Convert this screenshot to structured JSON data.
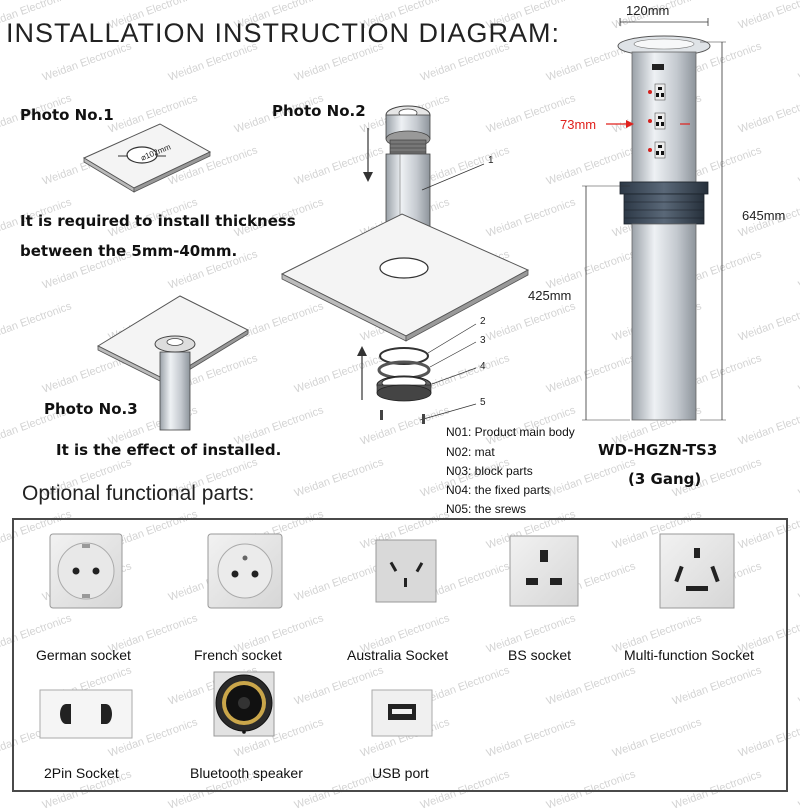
{
  "title": "INSTALLATION INSTRUCTION DIAGRAM:",
  "photo1": {
    "label": "Photo No.1",
    "hole_label": "⌀102mm",
    "note_line1": "It is required to install thickness",
    "note_line2": "between the 5mm-40mm."
  },
  "photo2": {
    "label": "Photo No.2",
    "callouts": [
      "1",
      "2",
      "3",
      "4",
      "5"
    ],
    "legend": [
      "N01: Product main body",
      "N02: mat",
      "N03: block parts",
      "N04: the fixed parts",
      "N05: the srews"
    ]
  },
  "photo3": {
    "label": "Photo No.3",
    "note": "It is the effect of installed."
  },
  "product": {
    "width_label": "120mm",
    "spacing_label": "73mm",
    "total_height_label": "645mm",
    "body_height_label": "425mm",
    "model": "WD-HGZN-TS3",
    "gang": "(3 Gang)",
    "accent_red": "#e0201c",
    "silver": "#c9ced4"
  },
  "optional": {
    "title": "Optional functional parts:",
    "parts": [
      {
        "label": "German socket",
        "icon": "german-socket-icon"
      },
      {
        "label": "French socket",
        "icon": "french-socket-icon"
      },
      {
        "label": "Australia Socket",
        "icon": "australia-socket-icon"
      },
      {
        "label": "BS socket",
        "icon": "bs-socket-icon"
      },
      {
        "label": "Multi-function Socket",
        "icon": "multi-function-socket-icon"
      },
      {
        "label": "2Pin Socket",
        "icon": "two-pin-socket-icon"
      },
      {
        "label": "Bluetooth speaker",
        "icon": "bluetooth-speaker-icon"
      },
      {
        "label": "USB port",
        "icon": "usb-port-icon"
      }
    ]
  },
  "watermark": "Weidan Electronics"
}
